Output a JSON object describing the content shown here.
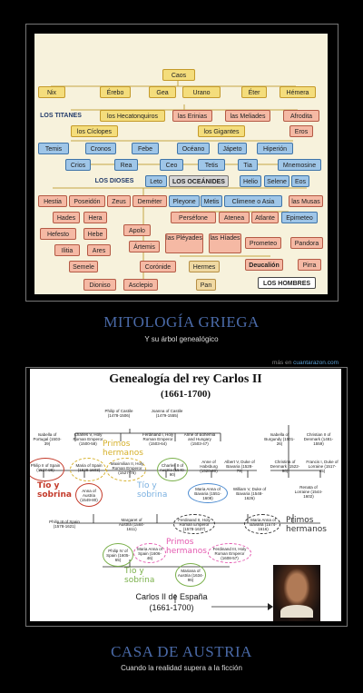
{
  "panel1": {
    "tree_top": [
      "Caos"
    ],
    "row1": [
      "Nix",
      "Érebo",
      "Gea",
      "Urano",
      "Éter",
      "Hémera"
    ],
    "row2": [
      "LOS TITANES",
      "los Hecatonquiros",
      "las Erinias",
      "las Meliades",
      "Afrodita"
    ],
    "row3": [
      "los Cíclopes",
      "los Gigantes",
      "Eros"
    ],
    "row4": [
      "Temis",
      "Cronos",
      "Febe",
      "Océano",
      "Jápeto",
      "Hiperión"
    ],
    "row5": [
      "Crios",
      "Rea",
      "Ceo",
      "Tetis",
      "Tia",
      "Mnemosine"
    ],
    "row6": [
      "LOS DIOSES",
      "Leto",
      "LOS OCEÁNIDES",
      "Helio",
      "Selene",
      "Eos"
    ],
    "row7": [
      "Hestia",
      "Poseidón",
      "Zeus",
      "Deméter",
      "Pleyone",
      "Metis",
      "Climene o Asia",
      "las Musas"
    ],
    "row8": [
      "Hades",
      "Hera",
      "Perséfone",
      "Atenea",
      "Atlante",
      "Epimeteo"
    ],
    "row9": [
      "Hefesto",
      "Hebe",
      "Apolo",
      "Prometeo",
      "Pandora"
    ],
    "row10": [
      "Ilitia",
      "Ares",
      "Ártemis",
      "las Pléyades",
      "las Híades"
    ],
    "row11": [
      "Semele",
      "Corónide",
      "Hermes",
      "Deucalión",
      "Pirra"
    ],
    "row12": [
      "Dioniso",
      "Asclepio",
      "Pan",
      "LOS HOMBRES"
    ],
    "title": "MITOLOGÍA GRIEGA",
    "subtitle": "Y su árbol genealógico"
  },
  "credit": {
    "prefix": "más en",
    "site": "cuantarazon.com"
  },
  "panel2": {
    "title": "Genealogía del rey Carlos II",
    "dates": "(1661-1700)",
    "people": {
      "philip_castile": "Philip of Castile (1478-1506)",
      "joanna_castile": "Joanna of Castile (1479-1555)",
      "isabella_portugal": "Isabella of Portugal (1503-39)",
      "charles_v": "Charles V, Holy Roman Emperor (1500-58)",
      "ferdinand_i": "Ferdinand I, Holy Roman Emperor (1503-64)",
      "anne_bohemia": "Anne of Bohemia and Hungary (1503-47)",
      "isabella_burgundy": "Isabella of Burgundy (1501-26)",
      "christian_ii": "Christian II of Denmark (1481-1559)",
      "philip_ii": "Philip II of Spain (1527-98)",
      "maria_spain": "Maria of Spain (1528-1603)",
      "maximilian_ii": "Maximilian II, Holy Roman Emperor (1527-76)",
      "charles_ii_austria": "Charles II of Austria (1540-90)",
      "anne_habsburg": "Anne of Habsburg (1528-90)",
      "albert_v": "Albert V, Duke of Bavaria (1528-79)",
      "christina_denmark": "Christina of Denmark (1522-90)",
      "francis_i": "Francis I, Duke of Lorraine (1517-45)",
      "anna_austria": "Anna of Austria (1549-80)",
      "maria_anna_bavaria": "Maria Anna of Bavaria (1551-1608)",
      "william_v": "William V, Duke of Bavaria (1548-1626)",
      "renata": "Renata of Lorraine (1544-1602)",
      "philip_iii": "Philip III of Spain (1578-1621)",
      "margaret": "Margaret of Austria (1584-1611)",
      "ferdinand_ii": "Ferdinand II, Holy Roman Emperor (1578-1637)",
      "maria_anna_bavaria2": "Maria Anna of Bavaria (1574-1616)",
      "philip_iv": "Philip IV of Spain (1605-65)",
      "maria_anna_spain": "Maria Anna of Spain (1606-46)",
      "ferdinand_iii": "Ferdinand III, Holy Roman Emperor (1608-57)",
      "mariana": "Mariana of Austria (1634-96)"
    },
    "labels": {
      "primos1": "Primos hermanos",
      "tio1": "Tío y sobrina",
      "tio2": "Tío y sobrina",
      "primos2": "Primos hermanos",
      "primos3": "Primos hermanos",
      "tio3": "Tío y sobrina"
    },
    "carlos": "Carlos II de España",
    "carlos_dates": "(1661-1700)",
    "title_below": "CASA DE AUSTRIA",
    "subtitle_below": "Cuando la realidad supera a la ficción"
  },
  "colors": {
    "accent": "#4a6aa8",
    "green": "#7ab04a",
    "red": "#c43a2a",
    "pink": "#e45ab0",
    "yellow": "#d6b02a",
    "blue": "#4a8ad0"
  }
}
